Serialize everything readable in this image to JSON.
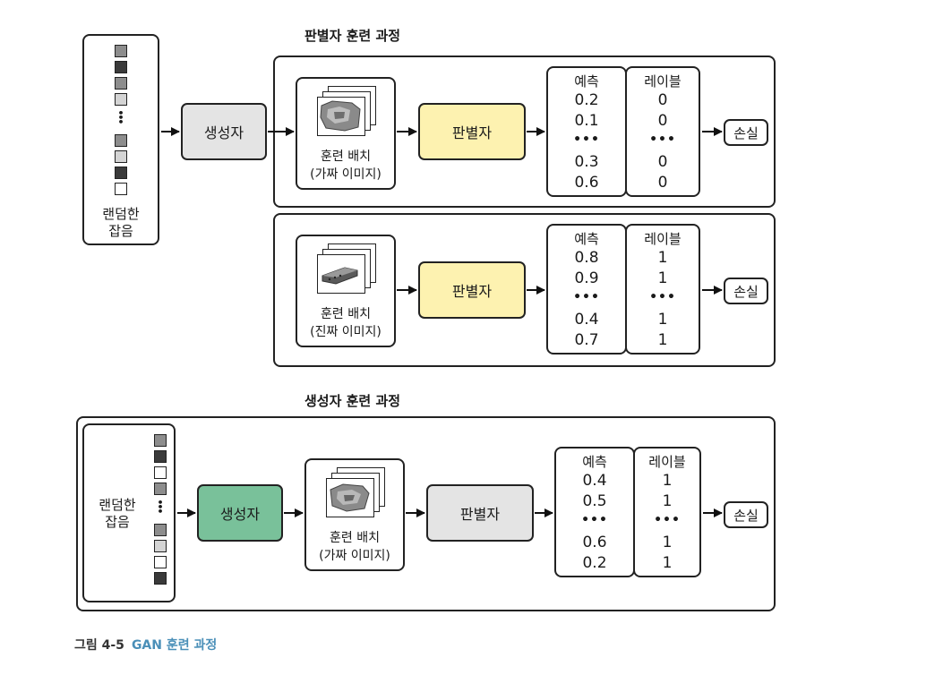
{
  "disc_section": {
    "title": "판별자 훈련 과정",
    "noise_label": "랜덤한\n잡음",
    "generator_label": "생성자",
    "fake_batch": {
      "line1": "훈련 배치",
      "line2": "(가짜 이미지)"
    },
    "real_batch": {
      "line1": "훈련 배치",
      "line2": "(진짜 이미지)"
    },
    "discriminator_label": "판별자",
    "fake_pred": {
      "header": "예측",
      "top": [
        "0.2",
        "0.1"
      ],
      "dots": "•••",
      "bottom": [
        "0.3",
        "0.6"
      ]
    },
    "fake_labels": {
      "header": "레이블",
      "top": [
        "0",
        "0"
      ],
      "dots": "•••",
      "bottom": [
        "0",
        "0"
      ]
    },
    "real_pred": {
      "header": "예측",
      "top": [
        "0.8",
        "0.9"
      ],
      "dots": "•••",
      "bottom": [
        "0.4",
        "0.7"
      ]
    },
    "real_labels": {
      "header": "레이블",
      "top": [
        "1",
        "1"
      ],
      "dots": "•••",
      "bottom": [
        "1",
        "1"
      ]
    },
    "loss_label": "손실"
  },
  "gen_section": {
    "title": "생성자 훈련 과정",
    "noise_label": "랜덤한\n잡음",
    "generator_label": "생성자",
    "batch": {
      "line1": "훈련 배치",
      "line2": "(가짜 이미지)"
    },
    "discriminator_label": "판별자",
    "pred": {
      "header": "예측",
      "top": [
        "0.4",
        "0.5"
      ],
      "dots": "•••",
      "bottom": [
        "0.6",
        "0.2"
      ]
    },
    "labels": {
      "header": "레이블",
      "top": [
        "1",
        "1"
      ],
      "dots": "•••",
      "bottom": [
        "1",
        "1"
      ]
    },
    "loss_label": "손실"
  },
  "caption": {
    "number": "그림 4-5",
    "title": "GAN 훈련 과정"
  },
  "colors": {
    "generator_gray": "#e4e4e4",
    "generator_green": "#79c19a",
    "discriminator_yellow": "#fdf2b0",
    "caption_blue": "#4a8fb8"
  }
}
